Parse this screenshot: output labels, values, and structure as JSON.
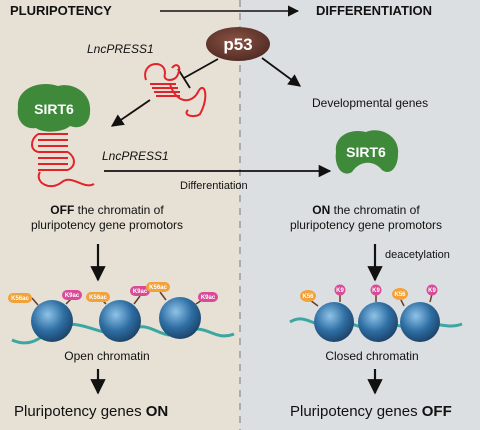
{
  "header": {
    "left": "PLURIPOTENCY",
    "right": "DIFFERENTIATION"
  },
  "p53_label": "p53",
  "lncpress1_top": "LncPRESS1",
  "lncpress1_mid": "LncPRESS1",
  "developmental_genes": "Developmental genes",
  "sirt6_label": "SIRT6",
  "differentiation_arrow_label": "Differentiation",
  "left_state": {
    "bold": "OFF",
    "rest": " the chromatin of",
    "line2": "pluripotency gene promotors"
  },
  "right_state": {
    "bold": "ON",
    "rest": " the chromatin of",
    "line2": "pluripotency gene promotors"
  },
  "deacetylation": "deacetylation",
  "open_chromatin": "Open chromatin",
  "closed_chromatin": "Closed chromatin",
  "left_result": {
    "text": "Pluripotency genes ",
    "bold": "ON"
  },
  "right_result": {
    "text": "Pluripotency genes ",
    "bold": "OFF"
  },
  "tags_left": [
    "K56ac",
    "K9ac",
    "K56ac",
    "K9ac",
    "K56ac",
    "K9ac"
  ],
  "tags_right": [
    "K56",
    "K9",
    "K9",
    "K56",
    "K9"
  ],
  "colors": {
    "left_bg": "#e6e0d5",
    "right_bg": "#dcdfe1",
    "p53": "#6a3d33",
    "sirt6": "#3f8a3a",
    "rna": "#e3232a",
    "nucleosome": "#2e5f8c",
    "dna": "#3ca7a0",
    "tag_orange": "#f2a23a",
    "tag_pink": "#d94a98"
  }
}
